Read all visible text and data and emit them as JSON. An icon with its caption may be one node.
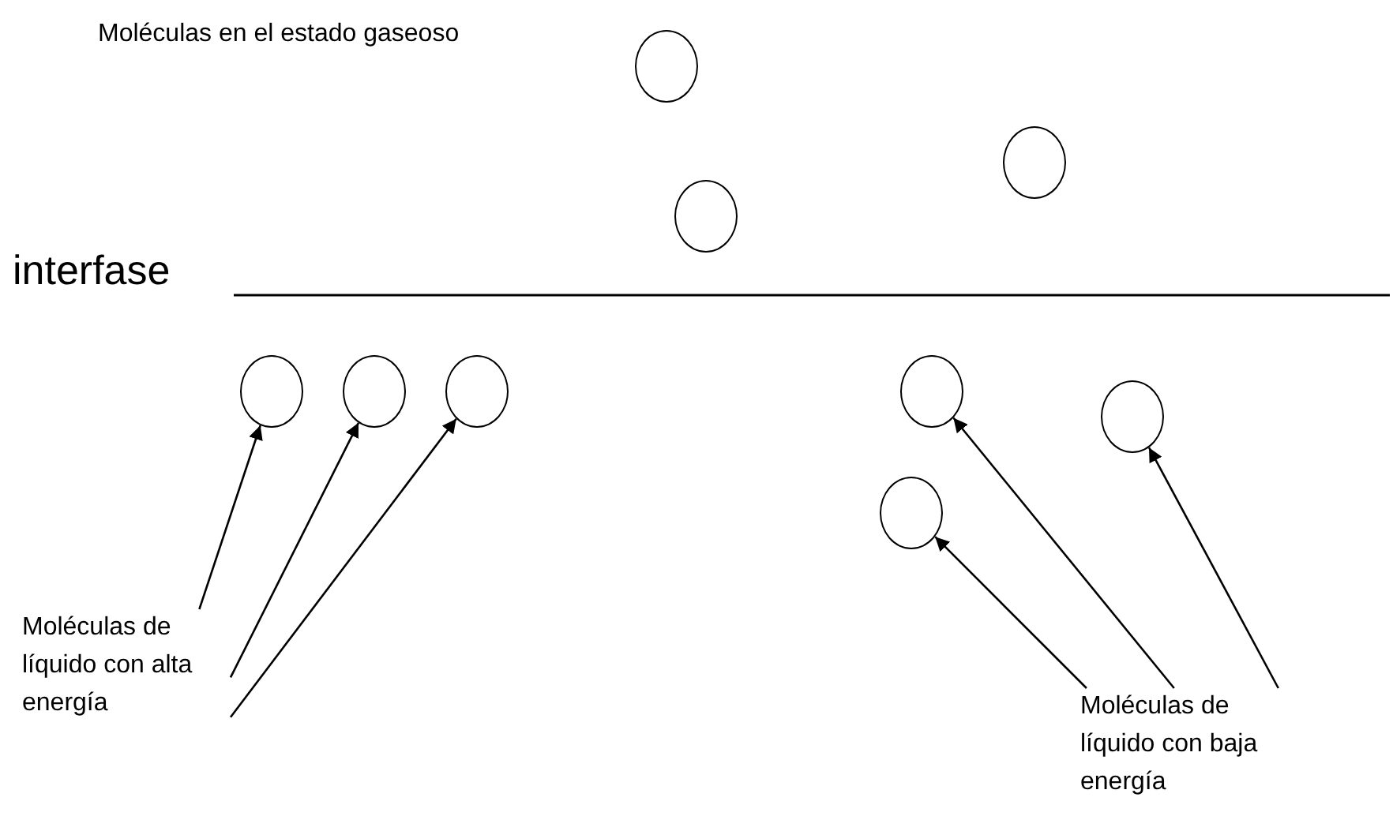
{
  "diagram": {
    "nodes": [
      {
        "text": [],
        "shape": "circle"
      },
      {
        "text": [],
        "shape": "circle"
      },
      {
        "text": [],
        "shape": "circle"
      },
      {
        "text": [],
        "shape": "circle"
      },
      {
        "text": [],
        "shape": "circle"
      },
      {
        "text": [],
        "shape": "circle"
      },
      {
        "text": [],
        "shape": "circle"
      },
      {
        "text": [],
        "shape": "circle"
      },
      {
        "text": [],
        "shape": "circle"
      },
      {
        "text": [
          "Moléculas de líquido con alta energía"
        ]
      },
      {
        "text": [
          "Moléculas de líquido con baja energía"
        ]
      }
    ],
    "edges": [
      {
        "from": 9,
        "to": 3,
        "arrow": "to"
      },
      {
        "from": 9,
        "to": 4,
        "arrow": "to"
      },
      {
        "from": 9,
        "to": 5,
        "arrow": "to"
      },
      {
        "from": 10,
        "to": 8,
        "arrow": "to"
      },
      {
        "from": 10,
        "to": 6,
        "arrow": "to"
      },
      {
        "from": 10,
        "to": 7,
        "arrow": "to"
      }
    ],
    "labels": [
      "Moléculas en el estado gaseoso",
      "interfase"
    ]
  }
}
